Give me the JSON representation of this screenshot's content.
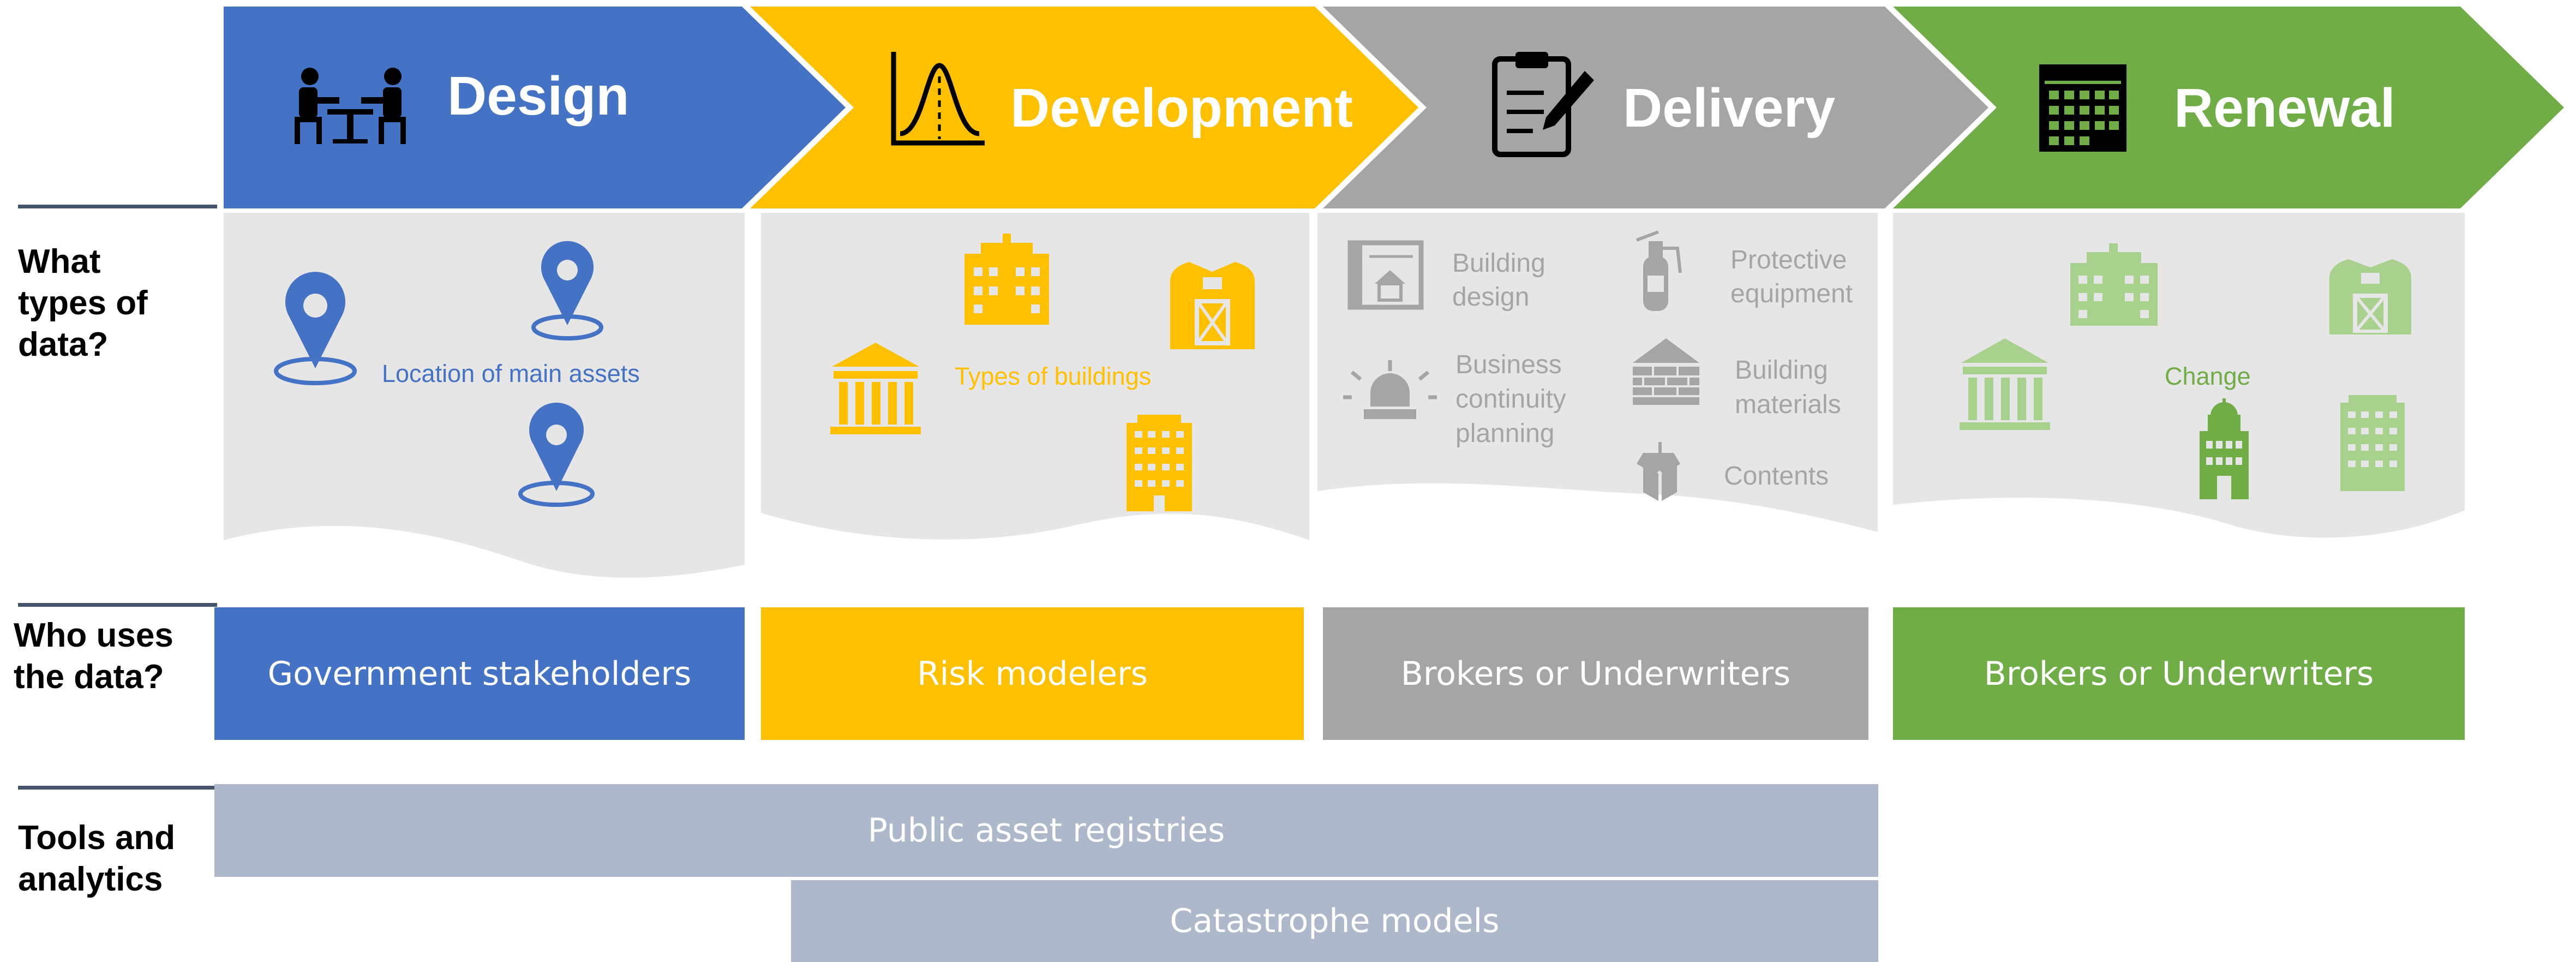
{
  "stages": [
    {
      "label": "Design",
      "icon": "meeting-icon",
      "color": "#4472c4"
    },
    {
      "label": "Development",
      "icon": "bell-curve-icon",
      "color": "#ffc000"
    },
    {
      "label": "Delivery",
      "icon": "clipboard-pen-icon",
      "color": "#a5a5a5"
    },
    {
      "label": "Renewal",
      "icon": "calendar-icon",
      "color": "#70ad47"
    }
  ],
  "row_labels": {
    "data_types": "What\ntypes of\ndata?",
    "users": "Who uses\nthe data?",
    "tools": "Tools and\nanalytics"
  },
  "panels": {
    "design": {
      "caption": "Location of main assets",
      "icons": [
        "location-pin-icon",
        "location-pin-icon",
        "location-pin-icon"
      ]
    },
    "development": {
      "caption": "Types of buildings",
      "icons": [
        "house-icon",
        "barn-icon",
        "bank-icon",
        "apartment-icon"
      ]
    },
    "delivery": {
      "items": [
        {
          "label": "Building\ndesign",
          "icon": "blueprint-icon"
        },
        {
          "label": "Protective\nequipment",
          "icon": "fire-extinguisher-icon"
        },
        {
          "label": "Business\ncontinuity\nplanning",
          "icon": "alarm-light-icon"
        },
        {
          "label": "Building\nmaterials",
          "icon": "bricks-icon"
        },
        {
          "label": "Contents",
          "icon": "boxes-icon"
        }
      ]
    },
    "renewal": {
      "caption": "Change",
      "icons": [
        "house-icon",
        "barn-icon",
        "bank-icon",
        "tower-icon",
        "apartment-icon"
      ]
    }
  },
  "users": [
    "Government stakeholders",
    "Risk modelers",
    "Brokers or Underwriters",
    "Brokers or Underwriters"
  ],
  "tools": [
    "Public asset registries",
    "Catastrophe models"
  ],
  "colors": {
    "panel_bg": "#e7e6e6",
    "tool_bar": "#adb9ca",
    "faded_green": "#a9d18e",
    "rule": "#44546a"
  }
}
